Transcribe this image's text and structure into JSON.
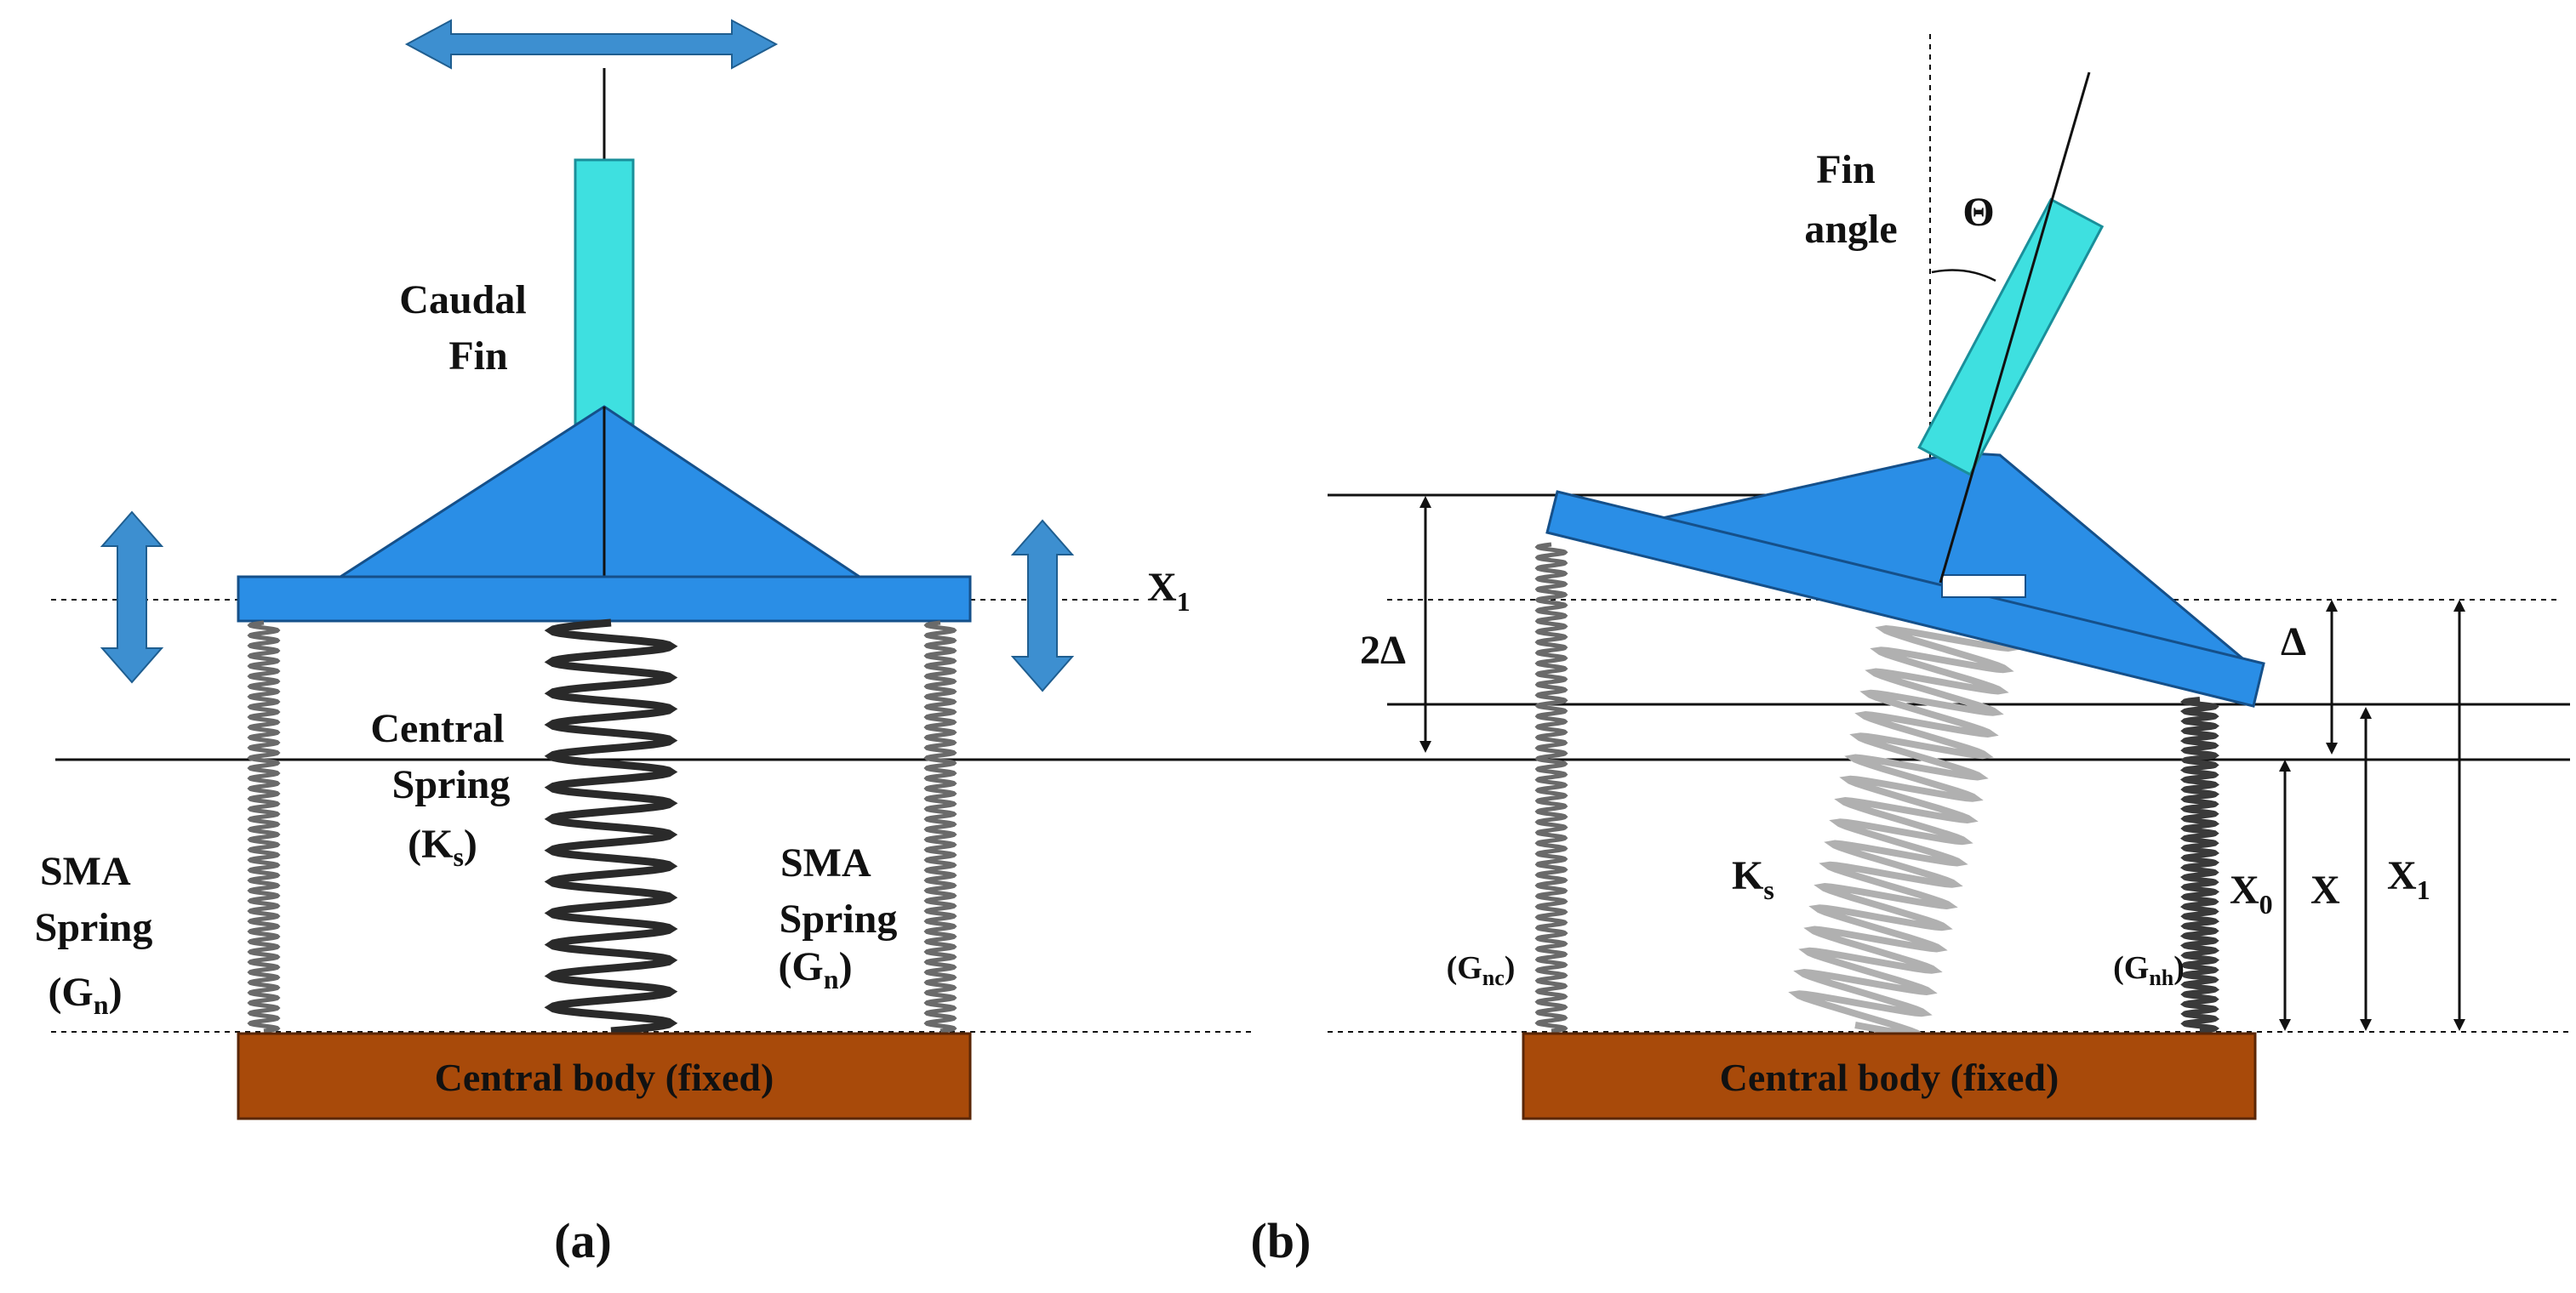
{
  "panel_a": {
    "tag": "(a)",
    "caudal_fin_label": [
      "Caudal",
      "Fin"
    ],
    "central_spring_label": [
      "Central",
      "Spring"
    ],
    "central_spring_symbol": {
      "base": "(K",
      "sub": "s",
      "close": ")"
    },
    "sma_left_label": [
      "SMA",
      "Spring"
    ],
    "sma_left_symbol": {
      "base": "(G",
      "sub": "n",
      "close": ")"
    },
    "sma_right_label": [
      "SMA",
      "Spring"
    ],
    "sma_right_symbol": {
      "base": "(G",
      "sub": "n",
      "close": ")"
    },
    "x1_label": {
      "base": "X",
      "sub": "1"
    },
    "base_label": "Central body (fixed)"
  },
  "panel_b": {
    "tag": "(b)",
    "fin_angle_label": [
      "Fin",
      "angle"
    ],
    "theta_symbol": "Θ",
    "ks_symbol": {
      "base": "K",
      "sub": "s"
    },
    "left_spring_symbol": {
      "base": "(G",
      "sub": "nc",
      "close": ")"
    },
    "right_spring_symbol": {
      "base": "(G",
      "sub": "nh",
      "close": ")"
    },
    "two_delta_label": "2Δ",
    "delta_label": "Δ",
    "x0_label": {
      "base": "X",
      "sub": "0"
    },
    "x_label": "X",
    "x1_label": {
      "base": "X",
      "sub": "1"
    },
    "base_label": "Central body (fixed)"
  },
  "colors": {
    "fin": "#3ee0e0",
    "fin_edge": "#1a8f9a",
    "plate": "#2a8ee6",
    "plate_edge": "#15508a",
    "arrow": "#3d8fd0",
    "base": "#a84a0a",
    "sma_spring": "#6a6a6a",
    "central_spring": "#2a2a2a",
    "central_spring_b": "#b0b0b0",
    "line": "#111111"
  }
}
